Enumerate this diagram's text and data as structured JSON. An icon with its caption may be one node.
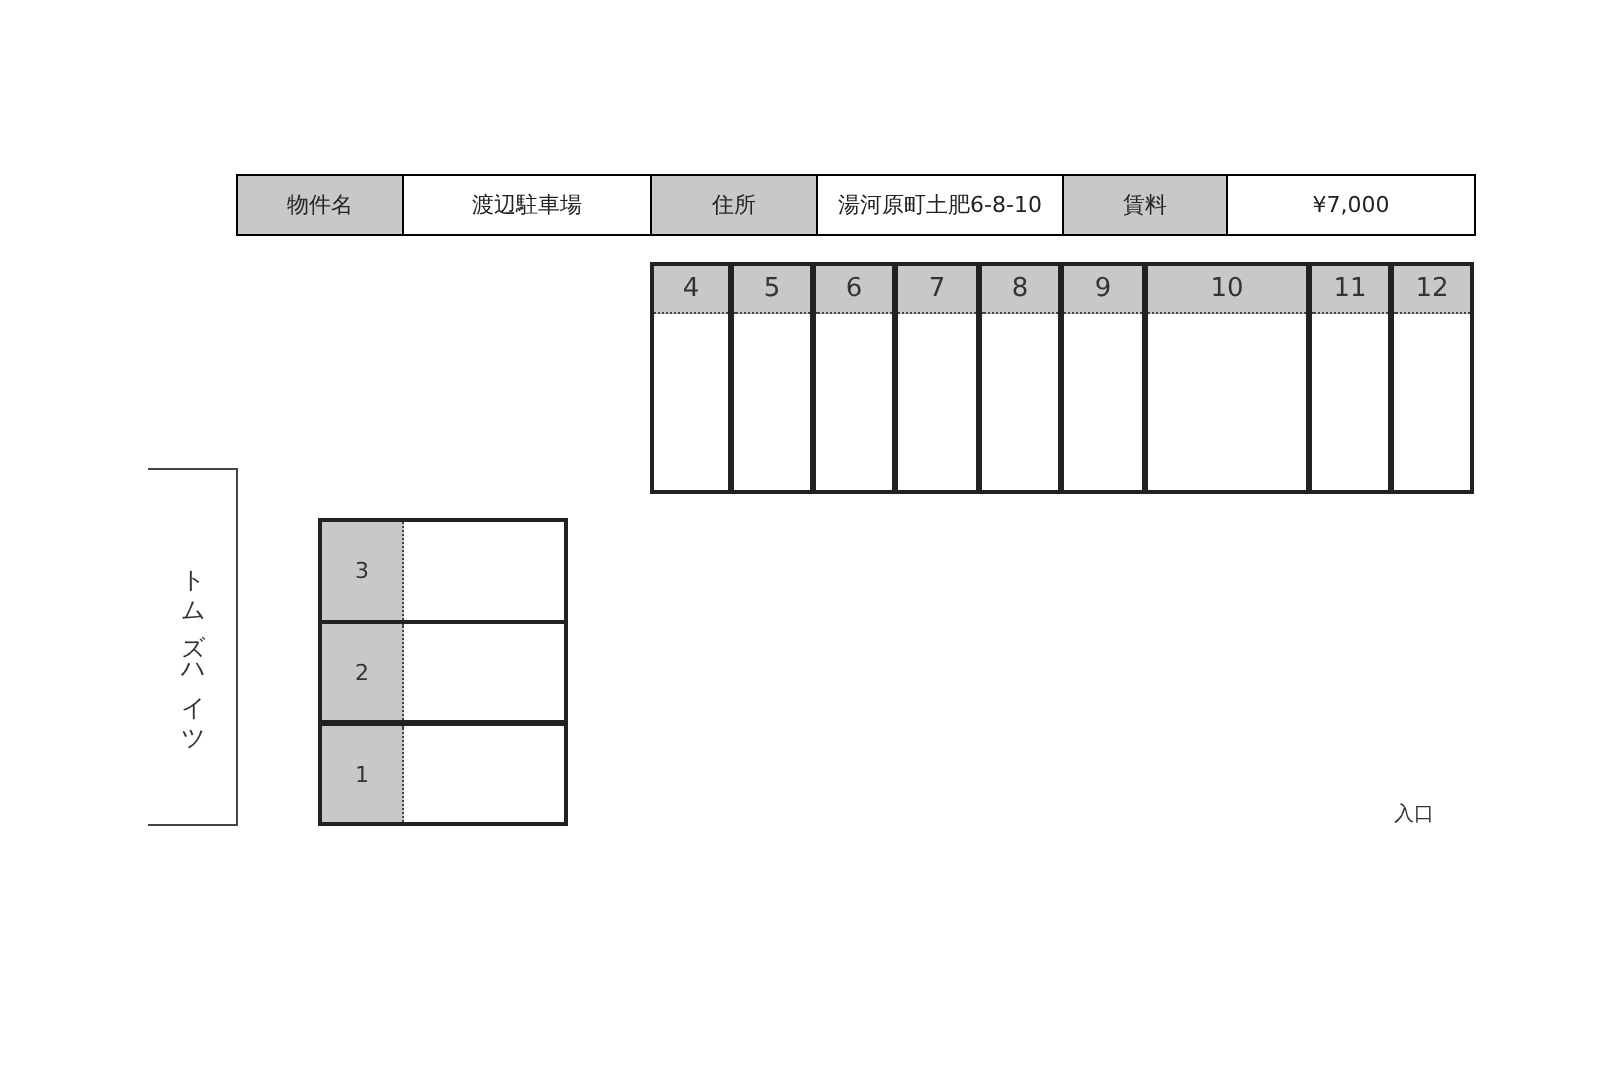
{
  "diagram": {
    "nodes": [
      {
        "text": [
          "4"
        ]
      },
      {
        "text": [
          "5"
        ]
      },
      {
        "text": [
          "6"
        ]
      },
      {
        "text": [
          "7"
        ]
      },
      {
        "text": [
          "8"
        ]
      },
      {
        "text": [
          "9"
        ]
      },
      {
        "text": [
          "10"
        ]
      },
      {
        "text": [
          "11"
        ]
      },
      {
        "text": [
          "12"
        ]
      },
      {
        "text": [
          "トムズハイツ"
        ]
      },
      {
        "text": [
          "3"
        ]
      },
      {
        "text": [
          "2"
        ]
      },
      {
        "text": [
          "1"
        ]
      }
    ],
    "edges": [],
    "labels": [
      "物件名",
      "渡辺駐車場",
      "住所",
      "湯河原町土肥6-8-10",
      "賃料",
      "¥7,000",
      "入口"
    ]
  }
}
